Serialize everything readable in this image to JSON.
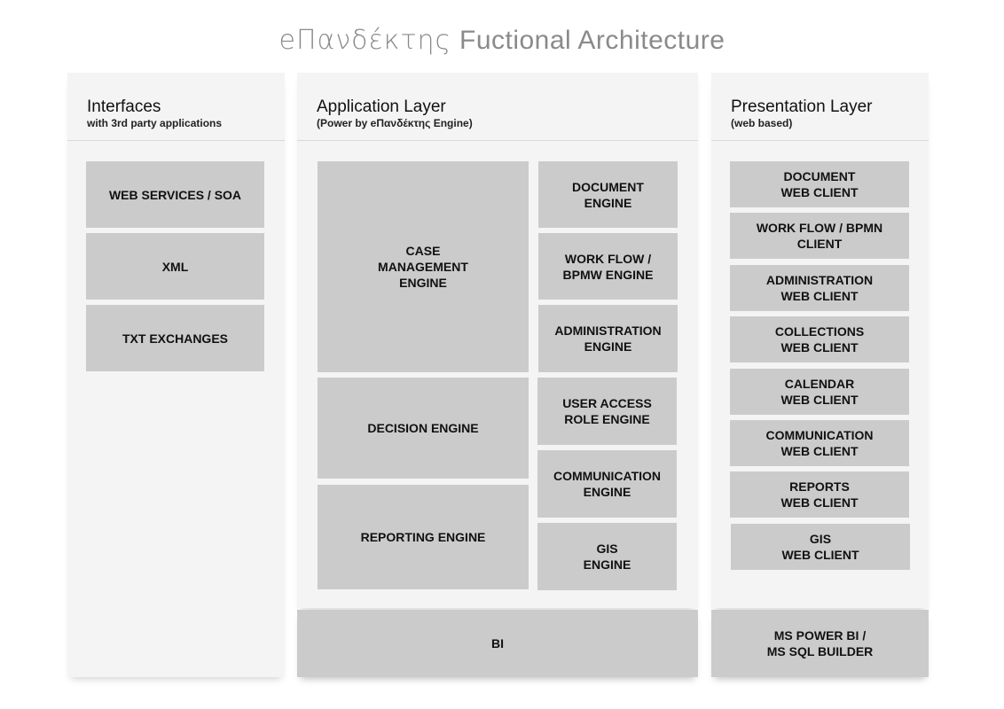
{
  "title": {
    "brand": "eΠανδέκτης",
    "text": " Fuctional Architecture"
  },
  "interfaces": {
    "title": "Interfaces",
    "subtitle": "with 3rd party applications",
    "items": [
      "WEB SERVICES / SOA",
      "XML",
      "TXT EXCHANGES"
    ]
  },
  "application": {
    "title": "Application Layer",
    "subtitle": "(Power by eΠανδέκτης Engine)",
    "left_items": [
      "CASE\nMANAGEMENT\nENGINE",
      "DECISION ENGINE",
      "REPORTING ENGINE"
    ],
    "right_items": [
      "DOCUMENT\nENGINE",
      "WORK FLOW /\nBPMW ENGINE",
      "ADMINISTRATION\nENGINE",
      "USER ACCESS\nROLE ENGINE",
      "COMMUNICATION\nENGINE",
      "GIS\nENGINE"
    ],
    "bar": "BI"
  },
  "presentation": {
    "title": "Presentation Layer",
    "subtitle": "(web based)",
    "items": [
      "DOCUMENT\nWEB CLIENT",
      "WORK FLOW / BPMN\nCLIENT",
      "ADMINISTRATION\nWEB CLIENT",
      "COLLECTIONS\nWEB CLIENT",
      "CALENDAR\nWEB CLIENT",
      "COMMUNICATION\nWEB CLIENT",
      "REPORTS\nWEB CLIENT",
      "GIS\nWEB CLIENT"
    ],
    "bar": "MS POWER BI /\nMS SQL BUILDER"
  }
}
